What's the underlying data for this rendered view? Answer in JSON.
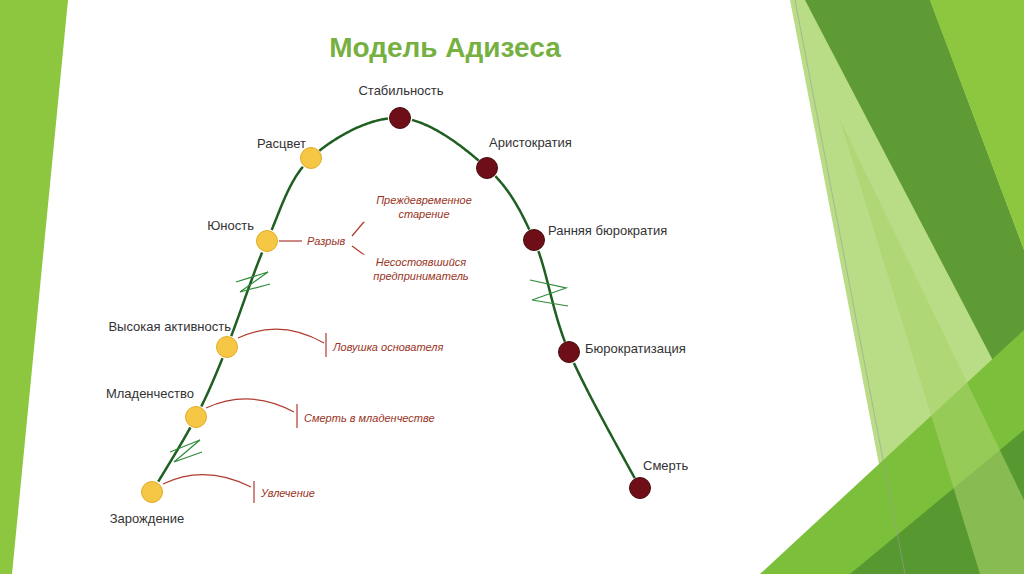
{
  "diagram": {
    "title": "Модель Адизеса",
    "nodes": [
      {
        "text": [
          "Зарождение"
        ]
      },
      {
        "text": [
          "Младенчество"
        ]
      },
      {
        "text": [
          "Высокая активность"
        ]
      },
      {
        "text": [
          "Юность"
        ]
      },
      {
        "text": [
          "Расцвет"
        ]
      },
      {
        "text": [
          "Стабильность"
        ]
      },
      {
        "text": [
          "Аристократия"
        ]
      },
      {
        "text": [
          "Ранняя бюрократия"
        ]
      },
      {
        "text": [
          "Бюрократизация"
        ]
      },
      {
        "text": [
          "Смерть"
        ]
      }
    ],
    "edges": [
      {
        "from": 0,
        "to": 1,
        "arrow": "none"
      },
      {
        "from": 1,
        "to": 2,
        "arrow": "none"
      },
      {
        "from": 2,
        "to": 3,
        "arrow": "none"
      },
      {
        "from": 3,
        "to": 4,
        "arrow": "none"
      },
      {
        "from": 4,
        "to": 5,
        "arrow": "none"
      },
      {
        "from": 5,
        "to": 6,
        "arrow": "none"
      },
      {
        "from": 6,
        "to": 7,
        "arrow": "none"
      },
      {
        "from": 7,
        "to": 8,
        "arrow": "none"
      },
      {
        "from": 8,
        "to": 9,
        "arrow": "none"
      }
    ],
    "labels": [
      "Разрыв",
      "Преждевременное старение",
      "Несостоявшийся предприниматель",
      "Ловушка основателя",
      "Смерть в младенчестве",
      "Увлечение"
    ]
  }
}
